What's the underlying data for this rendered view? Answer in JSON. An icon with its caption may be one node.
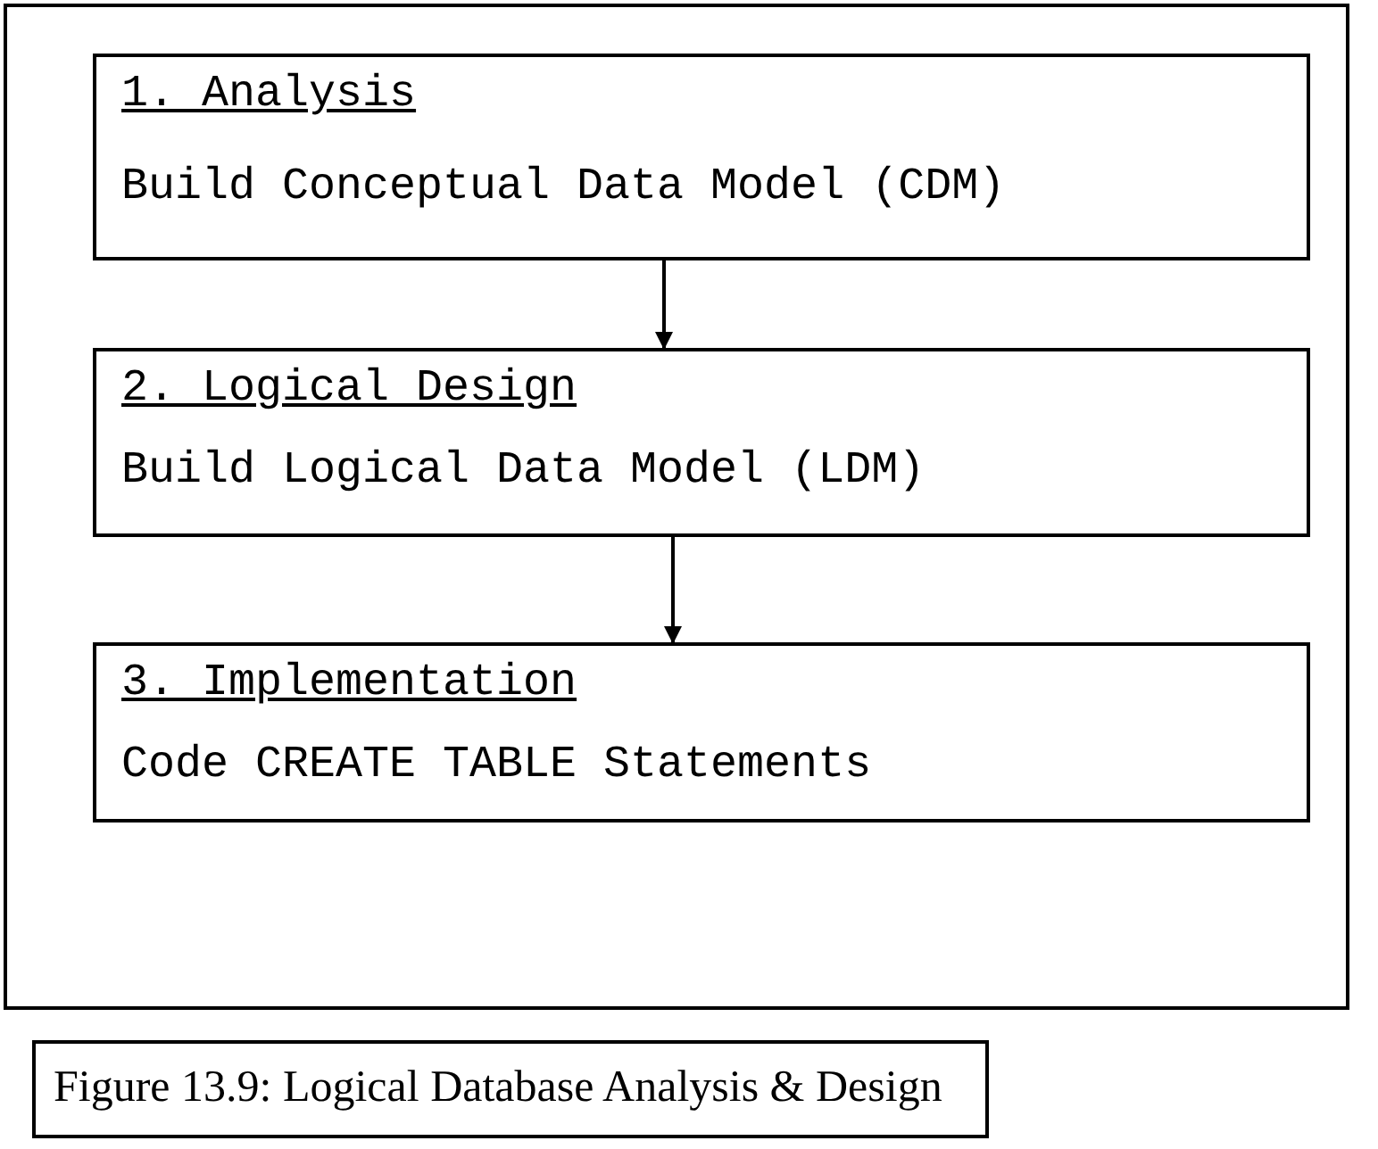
{
  "diagram": {
    "caption": "Figure 13.9: Logical Database Analysis & Design",
    "nodes": [
      {
        "text": [],
        "shape": "box"
      },
      {
        "text": [
          "1. Analysis",
          "Build Conceptual Data Model (CDM)"
        ],
        "in": 0
      },
      {
        "text": [
          "2. Logical Design",
          "Build Logical Data Model (LDM)"
        ],
        "in": 0
      },
      {
        "text": [
          "3. Implementation",
          "Code CREATE TABLE Statements"
        ],
        "in": 0
      }
    ],
    "edges": [
      {
        "from": 1,
        "to": 2,
        "arrow": "to"
      },
      {
        "from": 2,
        "to": 3,
        "arrow": "to"
      }
    ]
  }
}
